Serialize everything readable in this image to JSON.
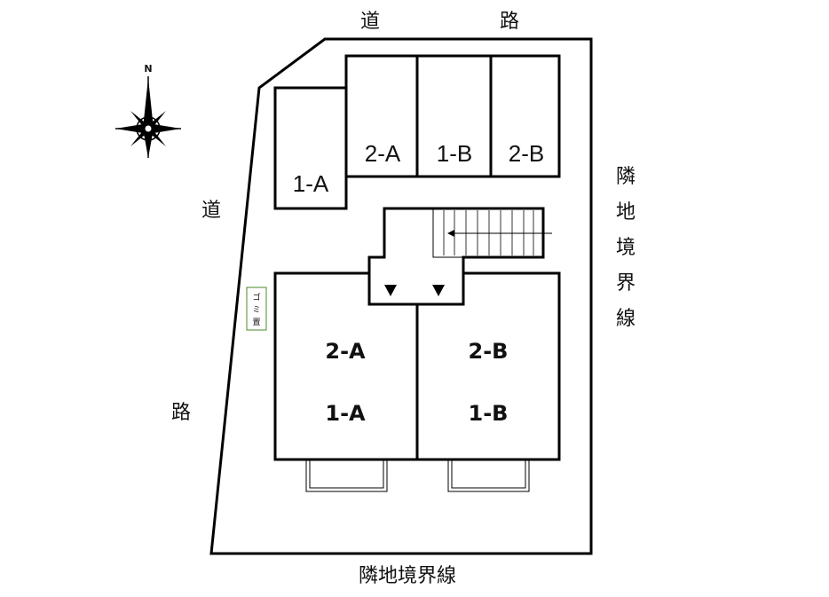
{
  "compass": {
    "north_label": "N"
  },
  "roads": {
    "top": [
      "道",
      "路"
    ],
    "left": [
      "道",
      "路"
    ]
  },
  "boundaries": {
    "right": [
      "隣",
      "地",
      "境",
      "界",
      "線"
    ],
    "bottom": "隣地境界線"
  },
  "parking": {
    "spaces": [
      {
        "id": "p-1a",
        "label": "1-A"
      },
      {
        "id": "p-2a",
        "label": "2-A"
      },
      {
        "id": "p-1b",
        "label": "1-B"
      },
      {
        "id": "p-2b",
        "label": "2-B"
      }
    ]
  },
  "garbage": {
    "label_chars": [
      "ゴ",
      "ミ",
      "置"
    ]
  },
  "building": {
    "units": [
      {
        "id": "unit-a",
        "upper": "2-A",
        "lower": "1-A"
      },
      {
        "id": "unit-b",
        "upper": "2-B",
        "lower": "1-B"
      }
    ]
  },
  "colors": {
    "line": "#000000",
    "garbage_border": "#4a8a2a",
    "background": "#ffffff"
  }
}
